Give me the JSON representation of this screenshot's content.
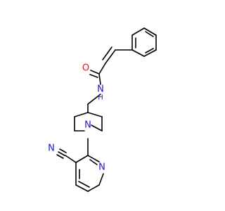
{
  "molecule": {
    "atoms": {
      "oxygen": {
        "symbol": "O",
        "color": "#ff0d0d"
      },
      "amide_nitrogen": {
        "symbol": "N",
        "color": "#1a1adb"
      },
      "hydrogen": {
        "symbol": "H",
        "color": "#1a1adb"
      },
      "piperidine_nitrogen": {
        "symbol": "N",
        "color": "#1a1adb"
      },
      "nitrile_nitrogen": {
        "symbol": "N",
        "color": "#1a1adb"
      },
      "pyridine_nitrogen": {
        "symbol": "N",
        "color": "#1a1adb"
      }
    },
    "bond_color": "#000000"
  }
}
